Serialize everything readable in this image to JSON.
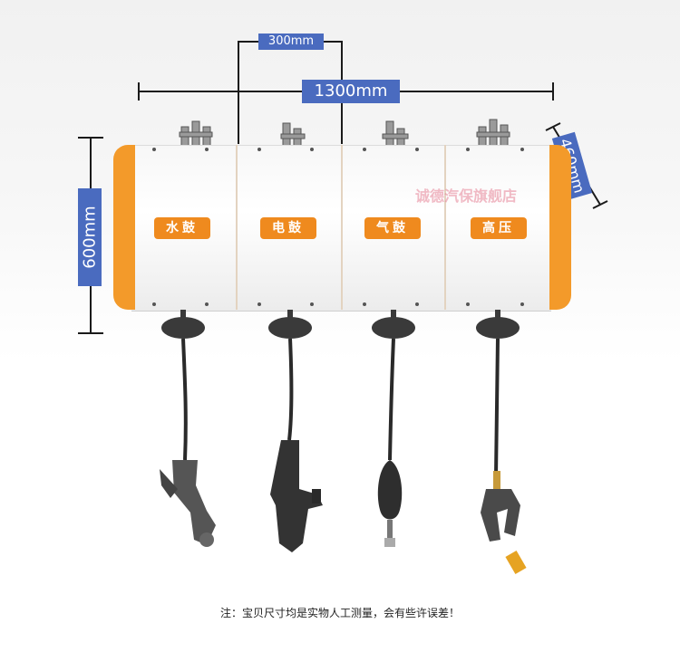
{
  "dimensions": {
    "width_label": "1300mm",
    "unit_width_label": "300mm",
    "height_label": "600mm",
    "depth_label": "460mm"
  },
  "reels": [
    {
      "label": "水鼓",
      "tool": "water-spray-nozzle"
    },
    {
      "label": "电鼓",
      "tool": "power-drill"
    },
    {
      "label": "气鼓",
      "tool": "air-blow-gun"
    },
    {
      "label": "高压",
      "tool": "high-pressure-spray-gun"
    }
  ],
  "watermark": "诚德汽保旗舰店",
  "footnote": "注：宝贝尺寸均是实物人工测量，会有些许误差！",
  "colors": {
    "accent": "#ef8a1e",
    "dimension_label_bg": "#4a6bbf"
  }
}
